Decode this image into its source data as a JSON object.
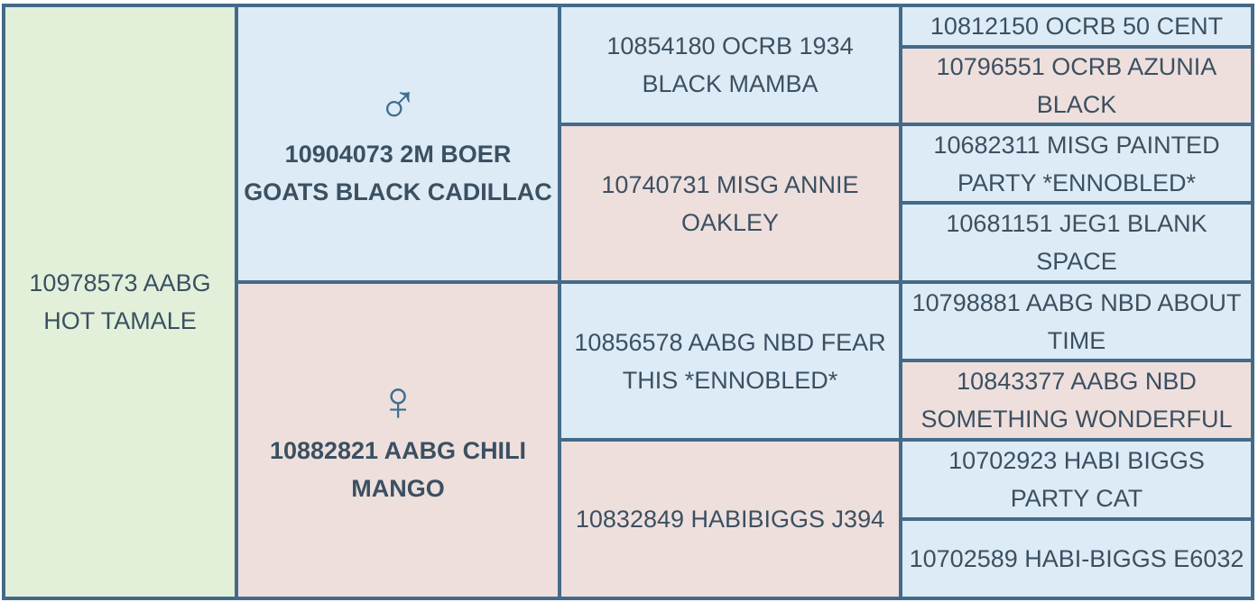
{
  "subject": {
    "name": "10978573 AABG HOT TAMALE"
  },
  "sire": {
    "symbol": "♂",
    "name": "10904073 2M BOER GOATS BLACK CADILLAC"
  },
  "dam": {
    "symbol": "♀",
    "name": "10882821 AABG CHILI MANGO"
  },
  "grandparents": [
    "10854180 OCRB 1934 BLACK MAMBA",
    "10740731 MISG ANNIE OAKLEY",
    "10856578 AABG NBD FEAR THIS *ENNOBLED*",
    "10832849 HABIBIGGS J394"
  ],
  "great_grandparents": [
    "10812150 OCRB 50 CENT",
    "10796551 OCRB AZUNIA BLACK",
    "10682311 MISG PAINTED PARTY *ENNOBLED*",
    "10681151 JEG1 BLANK SPACE",
    "10798881 AABG NBD ABOUT TIME",
    "10843377 AABG NBD SOMETHING WONDERFUL",
    "10702923 HABI BIGGS PARTY CAT",
    "10702589 HABI-BIGGS E6032"
  ]
}
